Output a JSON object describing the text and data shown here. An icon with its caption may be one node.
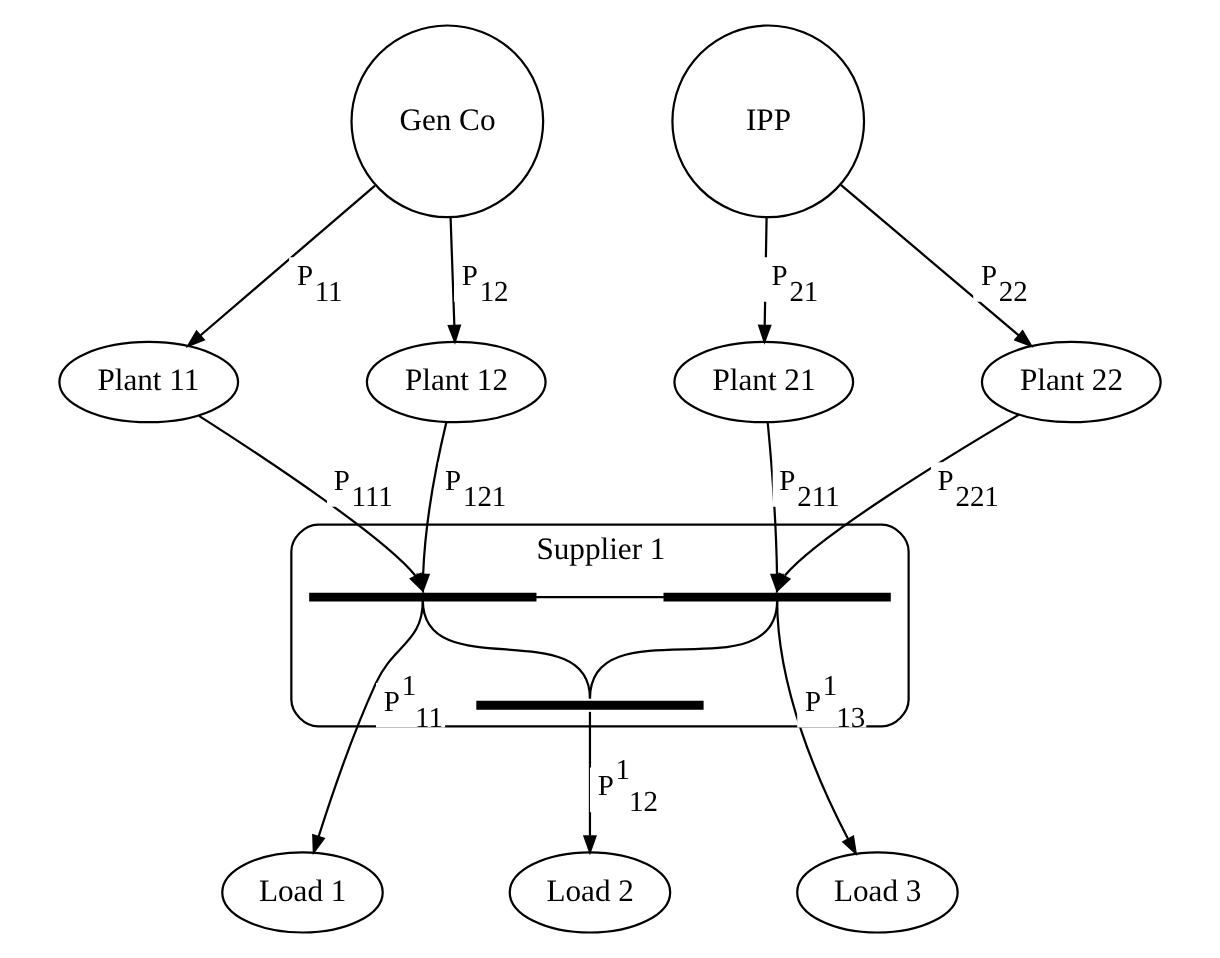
{
  "diagram": {
    "nodes": [
      {
        "text": [
          "Gen Co"
        ]
      },
      {
        "text": [
          "IPP"
        ]
      },
      {
        "text": [
          "Plant 11"
        ]
      },
      {
        "text": [
          "Plant 12"
        ]
      },
      {
        "text": [
          "Plant 21"
        ]
      },
      {
        "text": [
          "Plant 22"
        ]
      },
      {
        "text": [
          "Supplier 1"
        ]
      },
      {
        "text": [],
        "shape": "bar",
        "in": 6
      },
      {
        "text": [],
        "shape": "bar",
        "in": 6
      },
      {
        "text": [],
        "shape": "bar",
        "in": 6
      },
      {
        "text": [
          "Load 1"
        ]
      },
      {
        "text": [
          "Load 2"
        ]
      },
      {
        "text": [
          "Load 3"
        ]
      }
    ],
    "edges": [
      {
        "from": 0,
        "to": 2,
        "arrow": "to",
        "label": "P$_{11}$"
      },
      {
        "from": 0,
        "to": 3,
        "arrow": "to",
        "label": "P$_{12}$"
      },
      {
        "from": 1,
        "to": 4,
        "arrow": "to",
        "label": "P$_{21}$"
      },
      {
        "from": 1,
        "to": 5,
        "arrow": "to",
        "label": "P$_{22}$"
      },
      {
        "from": 2,
        "to": 7,
        "arrow": "to",
        "label": "P$_{111}$"
      },
      {
        "from": 3,
        "to": 7,
        "arrow": "to",
        "label": "P$_{121}$"
      },
      {
        "from": 4,
        "to": 8,
        "arrow": "to",
        "label": "P$_{211}$"
      },
      {
        "from": 5,
        "to": 8,
        "arrow": "to",
        "label": "P$_{221}$"
      },
      {
        "from": 7,
        "to": 8,
        "arrow": "none"
      },
      {
        "from": 7,
        "to": 9,
        "arrow": "none"
      },
      {
        "from": 8,
        "to": 9,
        "arrow": "none"
      },
      {
        "from": 7,
        "to": 10,
        "arrow": "to",
        "label": "P$^{1}$$_{11}$"
      },
      {
        "from": 9,
        "to": 11,
        "arrow": "to",
        "label": "P$^{1}$$_{12}$"
      },
      {
        "from": 8,
        "to": 12,
        "arrow": "to",
        "label": "P$^{1}$$_{13}$"
      }
    ]
  }
}
